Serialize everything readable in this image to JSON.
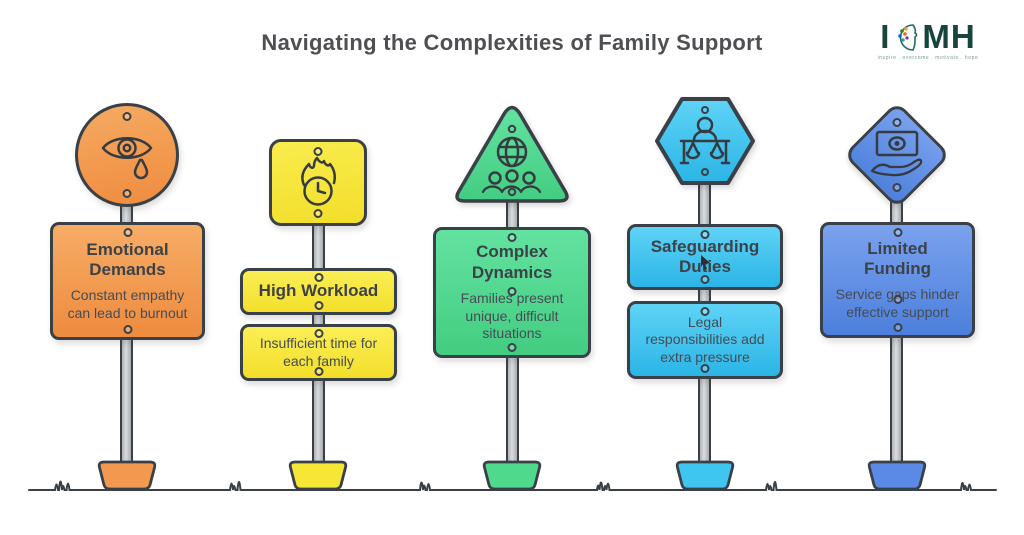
{
  "title": "Navigating the Complexities of Family Support",
  "logo": {
    "left_text": "I",
    "right_text": "MH",
    "icon": "head-brain-icon",
    "tagline": "inspire . overcome . motivate . hope",
    "color": "#17453e"
  },
  "columns": [
    {
      "id": "emotional-demands",
      "shape": "circle",
      "icon": "crying-eye-icon",
      "color": "#EE8C3F",
      "heading": "Emotional\nDemands",
      "subtext": "Constant empathy\ncan lead to burnout"
    },
    {
      "id": "high-workload",
      "shape": "square",
      "icon": "burning-clock-icon",
      "color": "#F2DE2A",
      "heading": "High Workload",
      "subtext": "Insufficient time for\neach family"
    },
    {
      "id": "complex-dynamics",
      "shape": "triangle",
      "icon": "globe-people-icon",
      "color": "#43CD81",
      "heading": "Complex\nDynamics",
      "subtext": "Families present\nunique, difficult\nsituations"
    },
    {
      "id": "safeguarding-duties",
      "shape": "hexagon",
      "icon": "person-scales-icon",
      "color": "#2BB5E6",
      "heading": "Safeguarding\nDuties",
      "subtext": "Legal\nresponsibilities add\nextra pressure"
    },
    {
      "id": "limited-funding",
      "shape": "diamond",
      "icon": "money-hand-icon",
      "color": "#4C7FDC",
      "heading": "Limited\nFunding",
      "subtext": "Service gaps hinder\neffective support"
    }
  ]
}
